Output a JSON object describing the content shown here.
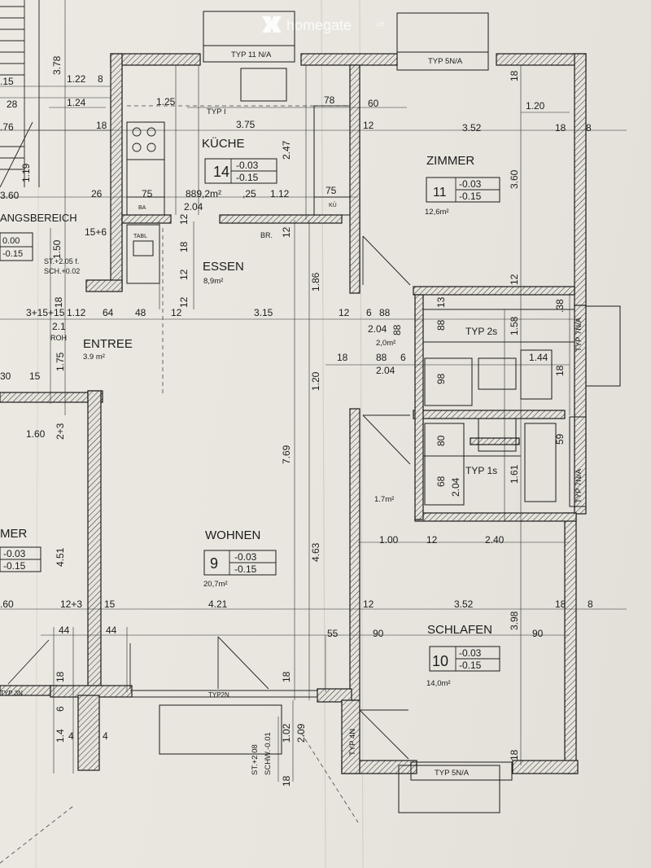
{
  "watermark": {
    "brand": "homegate",
    "tld": ".ch"
  },
  "rooms": {
    "kueche": {
      "name": "KÜCHE",
      "number": "14",
      "level_top": "-0.03",
      "level_bottom": "-0.15",
      "area": "9,2m²"
    },
    "zimmer": {
      "name": "ZIMMER",
      "number": "11",
      "level_top": "-0.03",
      "level_bottom": "-0.15",
      "area": "12,6m²"
    },
    "essen": {
      "name": "ESSEN",
      "area": "8,9m²"
    },
    "entree": {
      "name": "ENTREE",
      "area": "3.9 m²"
    },
    "wohnen": {
      "name": "WOHNEN",
      "number": "9",
      "level_top": "-0.03",
      "level_bottom": "-0.15",
      "area": "20,7m²"
    },
    "schlafen": {
      "name": "SCHLAFEN",
      "number": "10",
      "level_top": "-0.03",
      "level_bottom": "-0.15",
      "area": "14,0m²"
    },
    "eingangsbereich": {
      "name": "ANGSBEREICH",
      "level_top": "0.00",
      "level_bottom": "-0.15"
    },
    "left_room": {
      "name": "MER",
      "level_top": "-0.03",
      "level_bottom": "-0.15"
    }
  },
  "bath": {
    "typ_2s": "TYP 2s",
    "typ_1s": "TYP 1s",
    "area_top": "2,0m²",
    "area_bottom": "1.7m²"
  },
  "window_types": {
    "top_left": "TYP  11 N/A",
    "top_right": "TYP 5N/A",
    "kitchen": "TYP I",
    "bottom_mid": "TYP2N",
    "bottom_right": "TYP  5N/A",
    "left_bottom": "TYP 3N",
    "right_1": "TYP 7N/A",
    "right_2": "TYP 7N/A",
    "bottom_vertical": "TYP 4N"
  },
  "labels": {
    "tabl": "TABL",
    "ba": "BA",
    "kue": "KÜ",
    "br": "BR.",
    "roh": "ROH",
    "st_1": "ST.+2.05 f.",
    "sch_1": "SCH.+0.02",
    "st_2": "ST.+2.08",
    "sch_2": "SCHW.-0.01"
  },
  "dims": {
    "d378": "3.78",
    "d122": "1.22",
    "d8a": "8",
    "d15a": ".15",
    "d28": "28",
    "d124": "1.24",
    "d18a": "18",
    "d125": "1.25",
    "d76": ".76",
    "d375": "3.75",
    "d78": "78",
    "d60": "60",
    "d12a": "12",
    "d352a": "3.52",
    "d18b": "18",
    "d8b": "8",
    "d120a": "1.20",
    "d18v": "18",
    "d247": "2.47",
    "d360": "3.60",
    "d119": "1.19",
    "d360b": "3.60",
    "d26": "26",
    "d75a": "75",
    "d889": "889,2m²",
    "d25": ",25",
    "d112": "1.12",
    "d75b": "75",
    "d204a": "2.04",
    "d15p6": "15+6",
    "d150": "1.50",
    "d12v": "12",
    "d186": "1.86",
    "d12b": "12",
    "d3p15": "3+15+15",
    "d112b": "1.12",
    "d64": "64",
    "d48": "48",
    "d12c": "12",
    "d315": "3.15",
    "d12d": "12",
    "d6": "6",
    "d88a": "88",
    "d204b": "2.04",
    "d88v": "88",
    "d88c": "88",
    "d158": "1.58",
    "d38": ".38",
    "d21": "2.1",
    "d175": "1.75",
    "d18c": "18",
    "d88d": "88",
    "d6b": "6",
    "d120b": "1.20",
    "d204c": "2.04",
    "d144": "1.44",
    "d30": "30",
    "d15b": "15",
    "d160": "1.60",
    "d2p3": "2+3",
    "d769": "7.69",
    "d80": "80",
    "d59": "59",
    "d68": "68",
    "d161": "1.61",
    "d204d": "2.04",
    "d100": "1.00",
    "d12e": "12",
    "d240": "2.40",
    "d451": "4.51",
    "d463": "4.63",
    "d60b": ".60",
    "d12p3": "12+3",
    "d15c": "15",
    "d421": "4.21",
    "d12f": "12",
    "d352b": "3.52",
    "d18d": "18",
    "d8c": "8",
    "d44a": "44",
    "d44b": "44",
    "d55": "55",
    "d90a": "90",
    "d398": "3.98",
    "d90b": "90",
    "d18e": "18",
    "d18f": "18",
    "d14": "1.4",
    "d6c": "6",
    "d4a": "4",
    "d4b": "4",
    "d102": "1.02",
    "d209": "2.09",
    "d18g": "18",
    "d18h": "18",
    "d12g": "12",
    "d18i": "18",
    "d12h": "12",
    "d18j": "18",
    "d12i": "12",
    "d13": "13",
    "d98": "98",
    "d18k": "18"
  }
}
